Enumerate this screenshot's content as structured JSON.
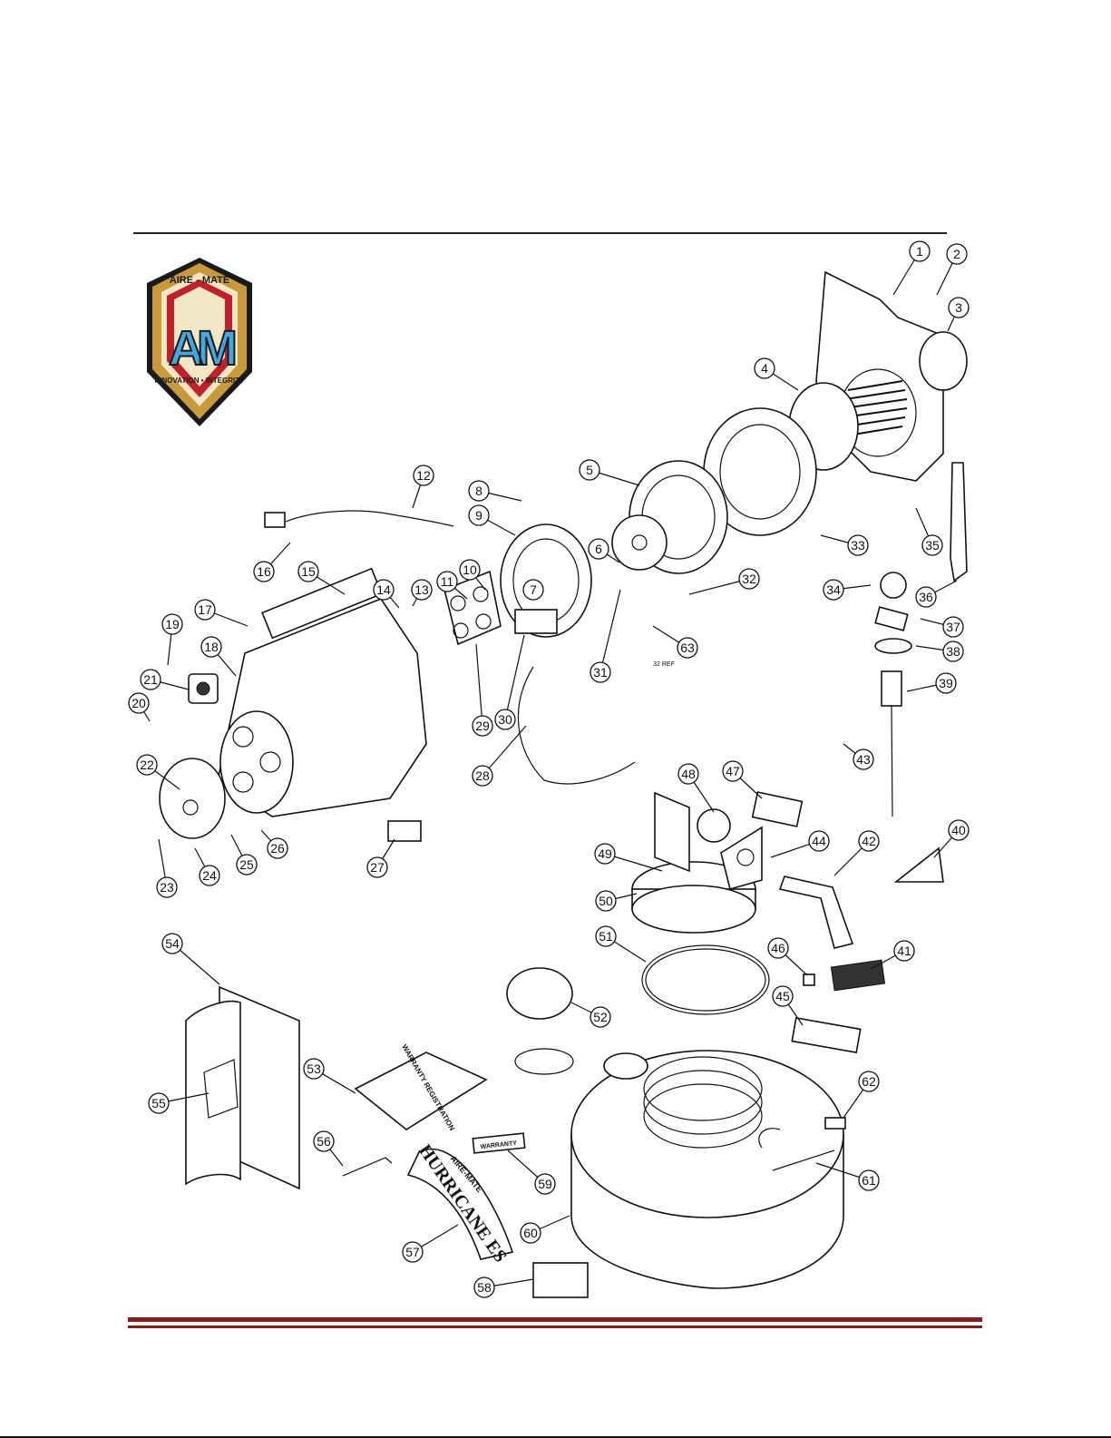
{
  "logo": {
    "top_text": "AIRE - MATE",
    "monogram": "AM",
    "bottom_text": "INNOVATION • INTEGRITY",
    "colors": {
      "outer": "#1a1a1a",
      "gold": "#c89a3c",
      "red": "#c0202a",
      "blue": "#3fa9e0",
      "cream": "#f3e6c4"
    }
  },
  "rules": {
    "top_color": "#222222",
    "bottom_color": "#8b1a1a"
  },
  "callouts": [
    {
      "n": "1"
    },
    {
      "n": "2"
    },
    {
      "n": "3"
    },
    {
      "n": "4"
    },
    {
      "n": "5"
    },
    {
      "n": "6"
    },
    {
      "n": "7"
    },
    {
      "n": "8"
    },
    {
      "n": "9"
    },
    {
      "n": "10"
    },
    {
      "n": "11"
    },
    {
      "n": "12"
    },
    {
      "n": "13"
    },
    {
      "n": "14"
    },
    {
      "n": "15"
    },
    {
      "n": "16"
    },
    {
      "n": "17"
    },
    {
      "n": "18"
    },
    {
      "n": "19"
    },
    {
      "n": "20"
    },
    {
      "n": "21"
    },
    {
      "n": "22"
    },
    {
      "n": "23"
    },
    {
      "n": "24"
    },
    {
      "n": "25"
    },
    {
      "n": "26"
    },
    {
      "n": "27"
    },
    {
      "n": "28"
    },
    {
      "n": "29"
    },
    {
      "n": "30"
    },
    {
      "n": "31"
    },
    {
      "n": "32"
    },
    {
      "n": "33"
    },
    {
      "n": "34"
    },
    {
      "n": "35"
    },
    {
      "n": "36"
    },
    {
      "n": "37"
    },
    {
      "n": "38"
    },
    {
      "n": "39"
    },
    {
      "n": "40"
    },
    {
      "n": "41"
    },
    {
      "n": "42"
    },
    {
      "n": "43"
    },
    {
      "n": "44"
    },
    {
      "n": "45"
    },
    {
      "n": "46"
    },
    {
      "n": "47"
    },
    {
      "n": "48"
    },
    {
      "n": "49"
    },
    {
      "n": "50"
    },
    {
      "n": "51"
    },
    {
      "n": "52"
    },
    {
      "n": "53"
    },
    {
      "n": "54"
    },
    {
      "n": "55"
    },
    {
      "n": "56"
    },
    {
      "n": "57"
    },
    {
      "n": "58"
    },
    {
      "n": "59"
    },
    {
      "n": "60"
    },
    {
      "n": "61"
    },
    {
      "n": "62"
    },
    {
      "n": "63"
    }
  ],
  "labels": {
    "ref_tag": "32 REF",
    "warranty_card": "WARRANTY REGISTRATION",
    "warranty_label": "WARRANTY",
    "arch_small": "AIRE-MATE",
    "arch_big": "HURRICANE ES"
  }
}
